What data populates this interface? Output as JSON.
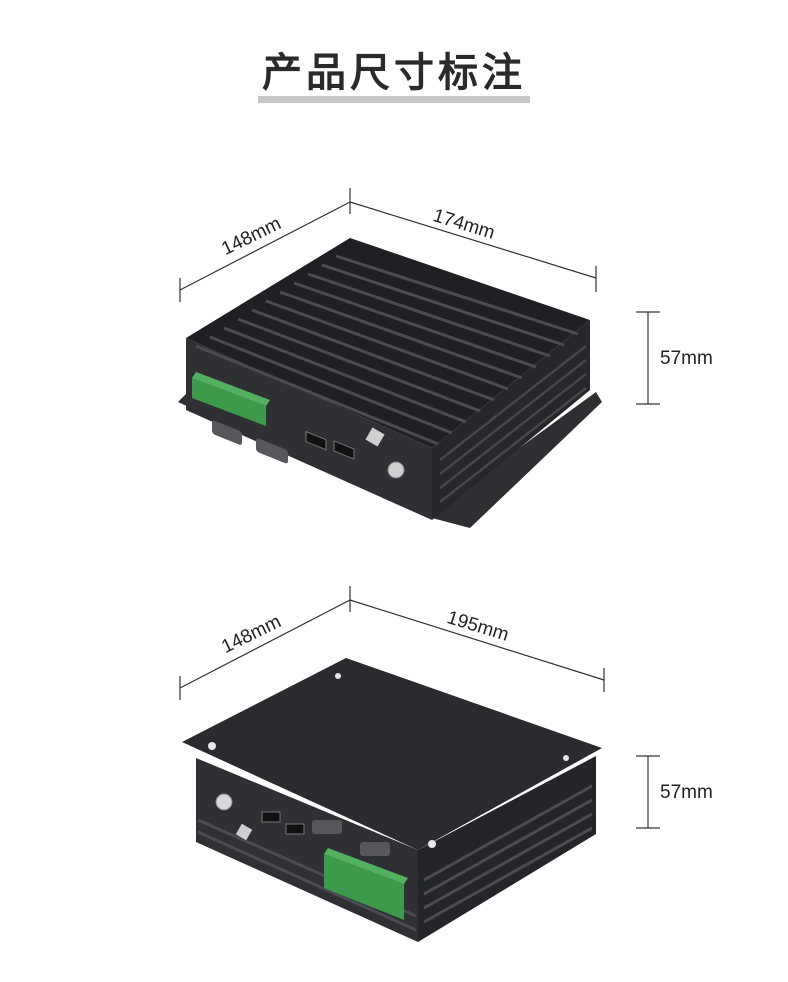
{
  "title": "产品尺寸标注",
  "views": [
    {
      "depth_label": "148mm",
      "width_label": "174mm",
      "height_label": "57mm"
    },
    {
      "depth_label": "148mm",
      "width_label": "195mm",
      "height_label": "57mm"
    }
  ],
  "colors": {
    "body": "#2a2b2e",
    "fin_highlight": "#4a4c50",
    "terminal_green": "#3c9a4a",
    "dim_line": "#333333"
  }
}
